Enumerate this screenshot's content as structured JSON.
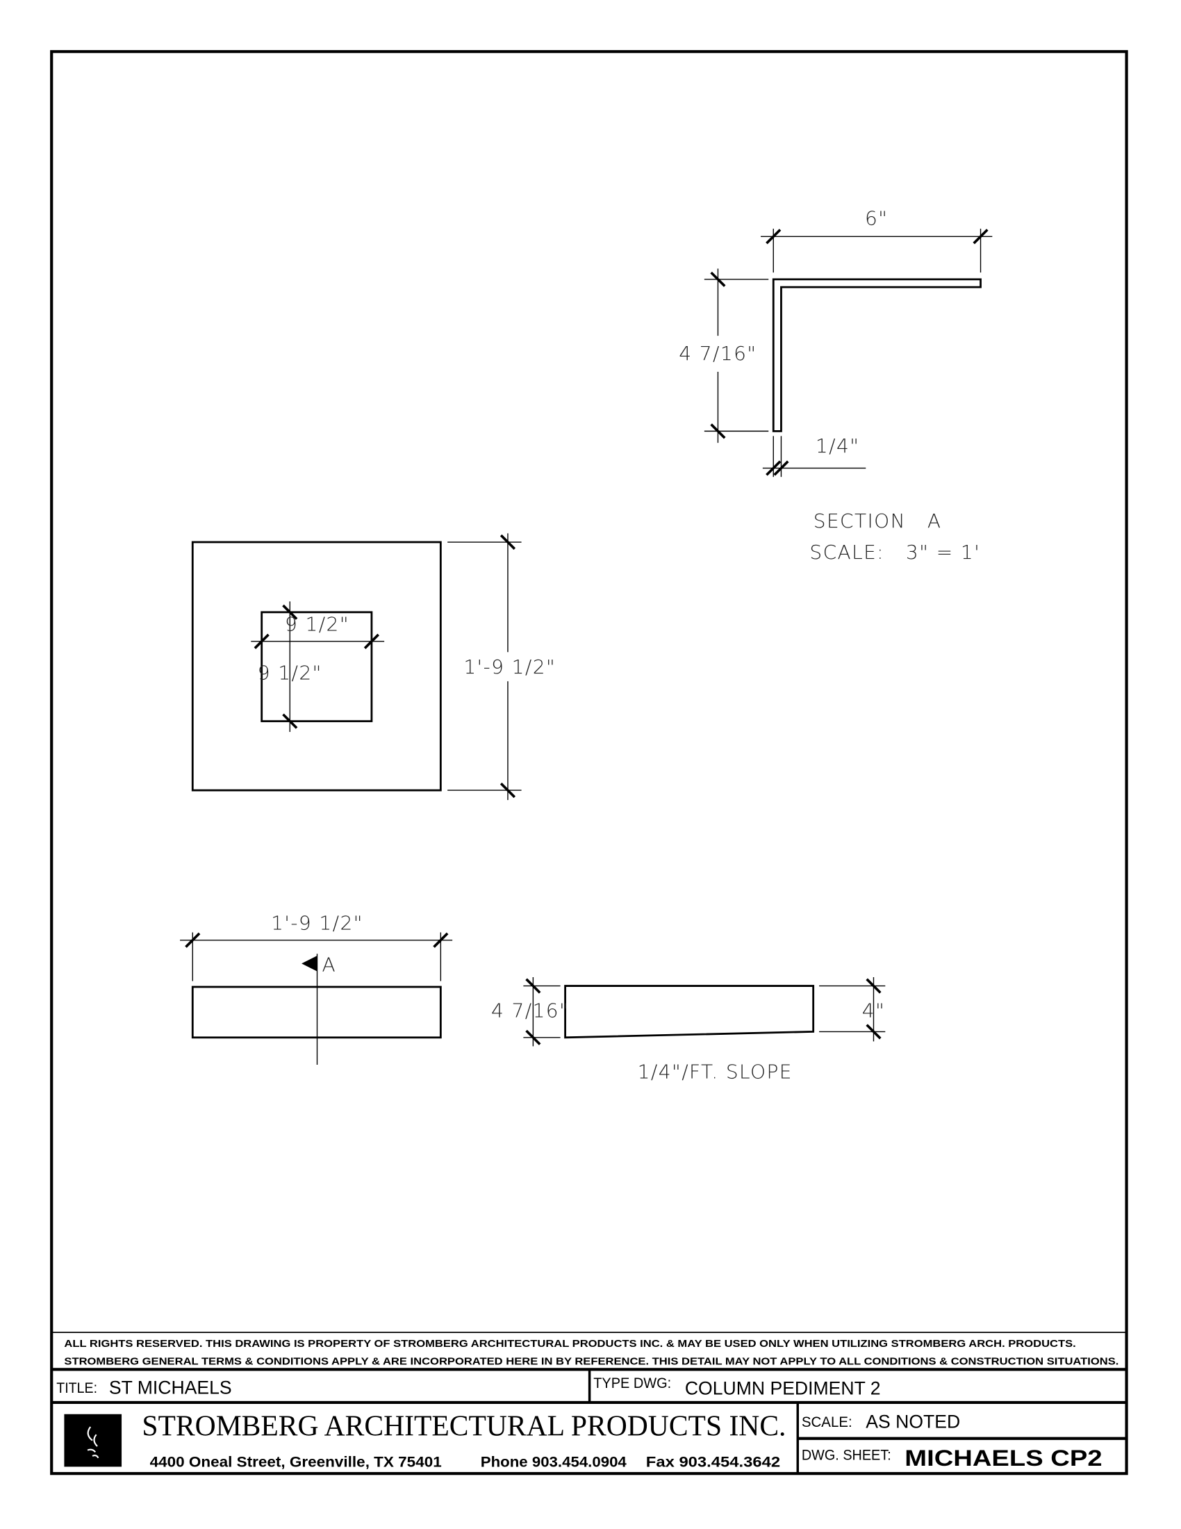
{
  "section_view": {
    "width_dim": "6\"",
    "height_dim": "4 7/16\"",
    "thickness_dim": "1/4\"",
    "label": "SECTION   A",
    "scale": "SCALE:   3\" = 1'"
  },
  "plan_view": {
    "outer_dim": "1'-9 1/2\"",
    "inner_width_dim": "9 1/2\"",
    "inner_height_dim": "9 1/2\""
  },
  "elevation_view": {
    "width_dim": "1'-9 1/2\"",
    "section_marker": "A"
  },
  "side_view": {
    "left_dim": "4 7/16\"",
    "right_dim": "4\"",
    "slope_note": "1/4\"/FT. SLOPE"
  },
  "title_block": {
    "rights_line1": "ALL RIGHTS RESERVED. THIS DRAWING IS PROPERTY OF STROMBERG ARCHITECTURAL PRODUCTS INC. & MAY BE USED ONLY WHEN UTILIZING STROMBERG ARCH. PRODUCTS.",
    "rights_line2": "STROMBERG GENERAL TERMS & CONDITIONS APPLY & ARE INCORPORATED HERE IN BY REFERENCE. THIS DETAIL MAY NOT APPLY TO ALL CONDITIONS & CONSTRUCTION SITUATIONS.",
    "title_label": "TITLE:",
    "title_value": "ST MICHAELS",
    "type_label": "TYPE DWG:",
    "type_value": "COLUMN PEDIMENT 2",
    "company": "STROMBERG ARCHITECTURAL PRODUCTS INC.",
    "address": "4400 Oneal Street, Greenville, TX  75401",
    "phone": "Phone 903.454.0904",
    "fax": "Fax 903.454.3642",
    "scale_label": "SCALE:",
    "scale_value": "AS NOTED",
    "sheet_label": "DWG. SHEET:",
    "sheet_value": "MICHAELS CP2"
  }
}
